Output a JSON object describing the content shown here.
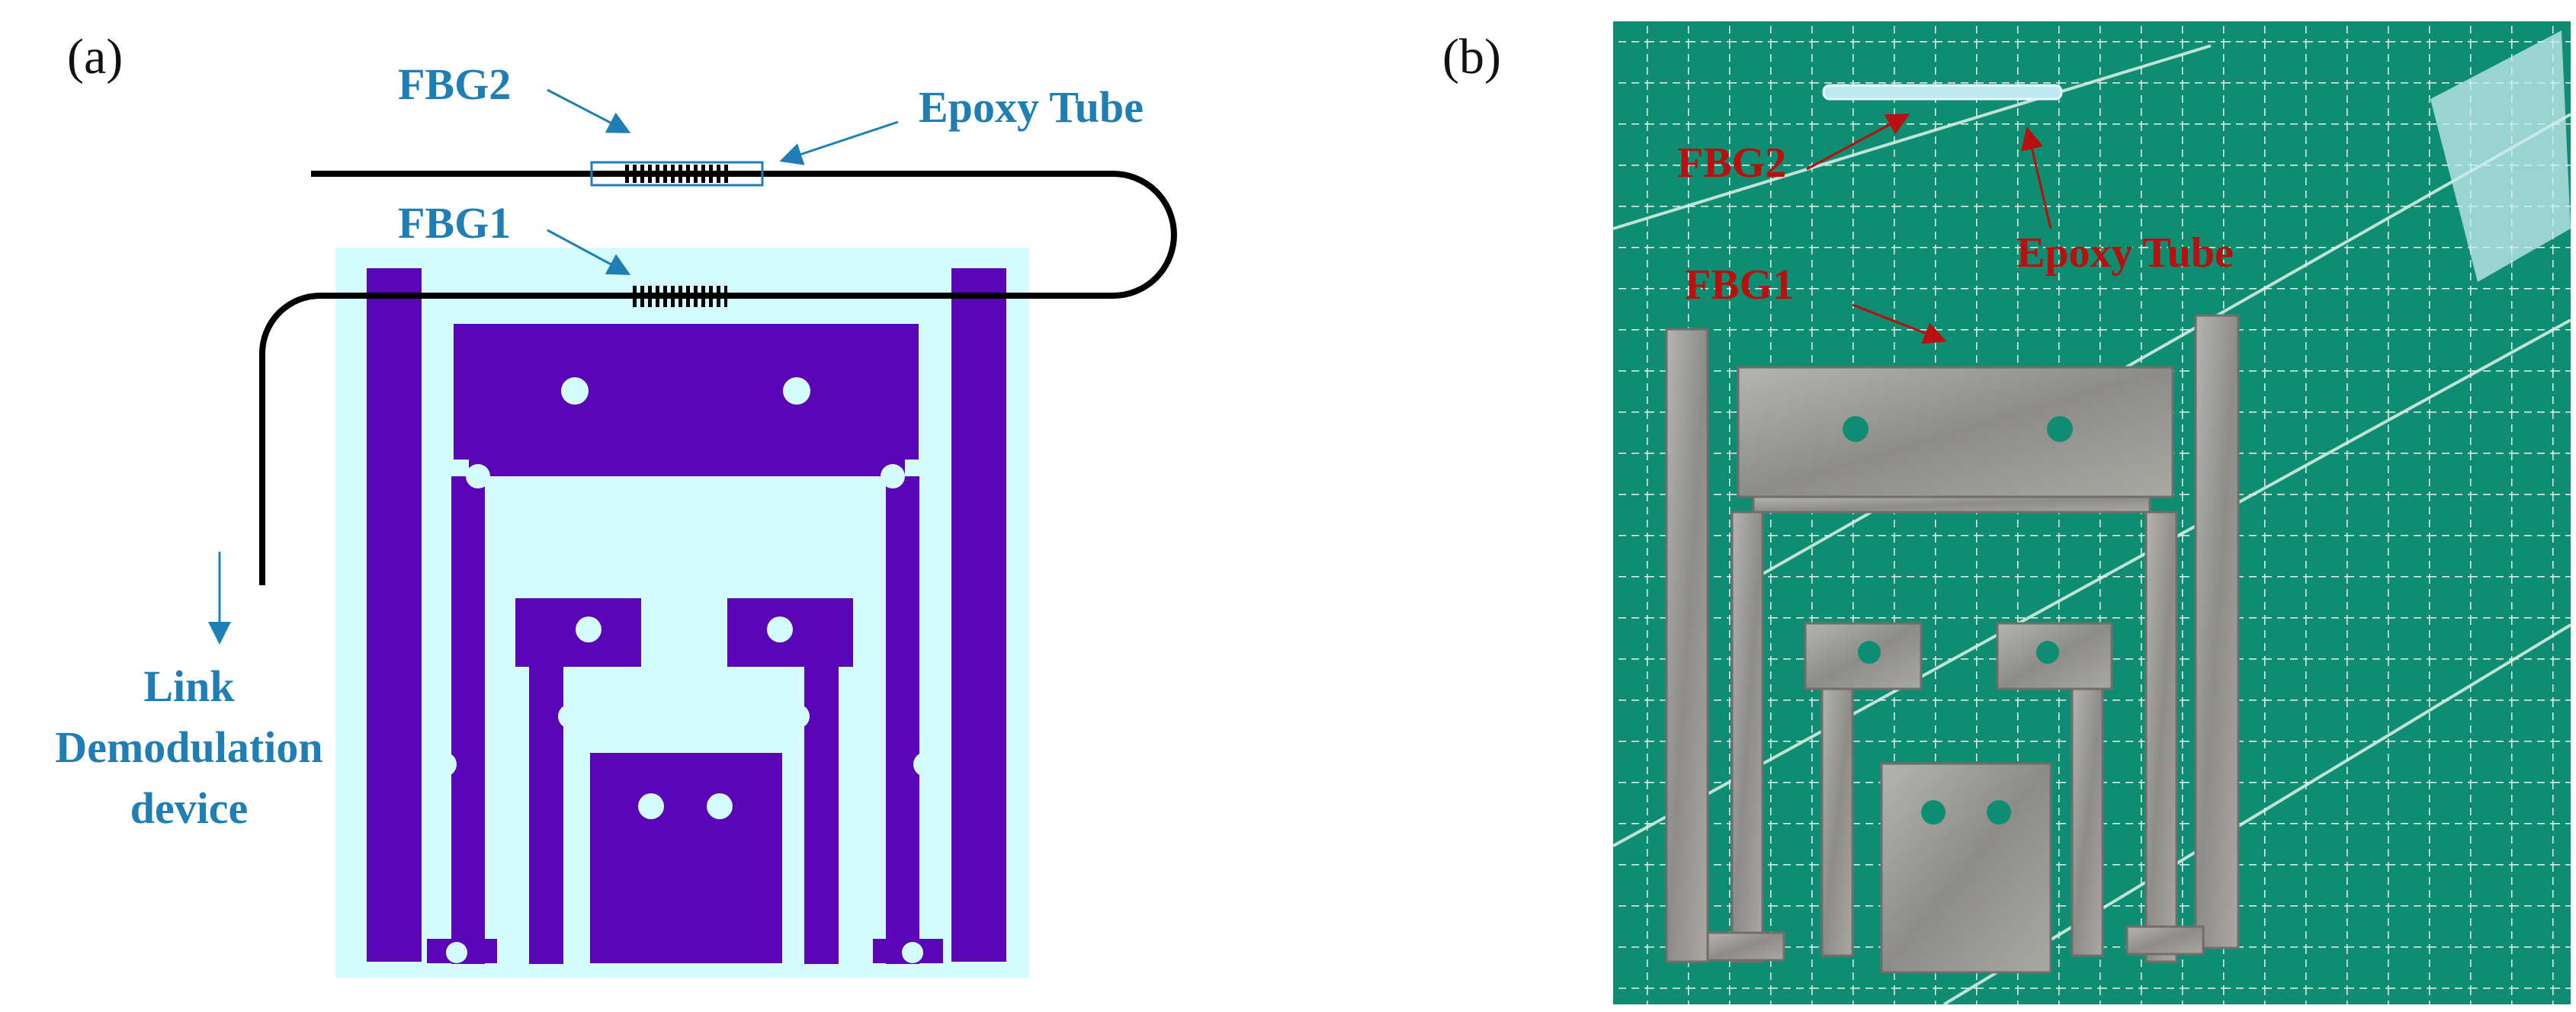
{
  "panel_a": {
    "label": "(a)",
    "fbg2": "FBG2",
    "fbg1": "FBG1",
    "epoxy_tube": "Epoxy Tube",
    "link_line1": "Link",
    "link_line2": "Demodulation",
    "link_line3": "device"
  },
  "panel_b": {
    "label": "(b)",
    "fbg2": "FBG2",
    "fbg1": "FBG1",
    "epoxy_tube": "Epoxy Tube"
  },
  "colors": {
    "mechanism": "#5a06b8",
    "background": "#d4fbfd",
    "label_blue": "#1f7fb5",
    "label_red": "#b80f0f",
    "mat": "#0f8d72",
    "metal": "#9c9b97"
  }
}
